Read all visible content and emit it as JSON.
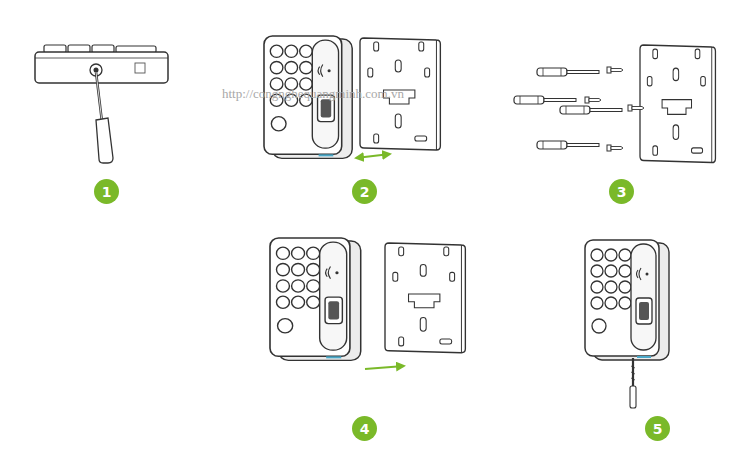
{
  "diagram": {
    "nodes": [
      {
        "text": [
          "1"
        ]
      },
      {
        "text": [
          "2"
        ]
      },
      {
        "text": [
          "3"
        ]
      },
      {
        "text": [
          "4"
        ]
      },
      {
        "text": [
          "5"
        ]
      }
    ],
    "labels": [
      "http://congnghequangminh.com.vn"
    ]
  }
}
